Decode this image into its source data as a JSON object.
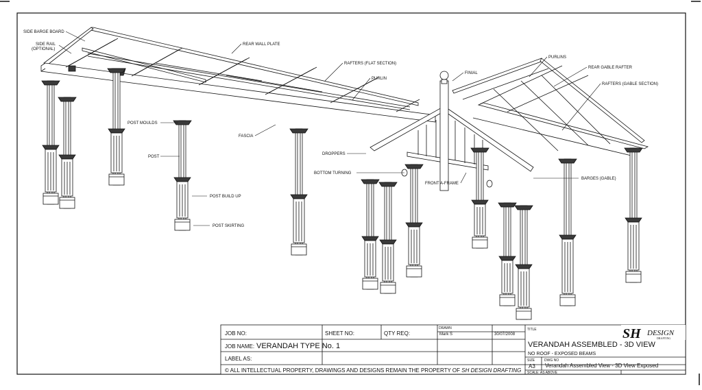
{
  "labels": {
    "side_barge_board": "SIDE BARGE BOARD",
    "side_rail_1": "SIDE RAIL",
    "side_rail_2": "(OPTIONAL)",
    "rear_wall_plate": "REAR WALL PLATE",
    "rafters_flat": "RAFTERS (FLAT SECTION)",
    "purlin": "PURLIN",
    "finial": "FINIAL",
    "purlins": "PURLINS",
    "rear_gable_rafter": "REAR GABLE RAFTER",
    "rafters_gable": "RAFTERS (GABLE SECTION)",
    "post_moulds": "POST MOULDS",
    "fascia": "FASCIA",
    "post": "POST",
    "droppers": "DROPPERS",
    "bottom_turning": "BOTTOM TURNING",
    "front_a_frame": "FRONT A-FRAME",
    "barges_gable": "BARGES (GABLE)",
    "post_build_up": "POST BUILD UP",
    "post_skirting": "POST SKIRTING"
  },
  "title_block": {
    "job_no_label": "JOB NO:",
    "sheet_no_label": "SHEET NO:",
    "qty_req_label": "QTY REQ:",
    "job_name_label": "JOB NAME:",
    "job_name": "VERANDAH TYPE No. 1",
    "label_as": "LABEL AS:",
    "copyright_prefix": "© ALL INTELLECTUAL PROPERTY, DRAWINGS AND DESIGNS REMAIN THE PROPERTY OF ",
    "copyright_owner": "SH DESIGN DRAFTING",
    "drawn_label": "DRAWN",
    "drawn_by": "Mark S",
    "date": "30/07/2008",
    "title_label": "TITLE",
    "title": "VERANDAH ASSEMBLED - 3D VIEW",
    "subtitle": "NO ROOF - EXPOSED BEAMS",
    "size_label": "SIZE",
    "size": "A3",
    "dwg_no_label": "DWG NO",
    "dwg_no": "Verandah Assembled View - 3D View Exposed",
    "scale": "SCALE: AS ABOVE",
    "logo_mark": "SH",
    "logo_word": "DESIGN",
    "logo_sub": "DRAFTING"
  },
  "colors": {
    "line": "#111111",
    "paper": "#ffffff",
    "shade": "#3a3a3a"
  }
}
